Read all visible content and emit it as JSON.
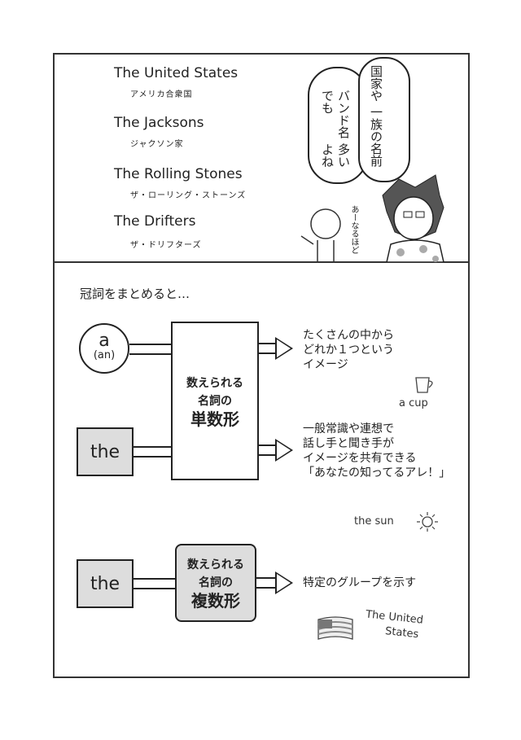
{
  "panel1": {
    "names": [
      {
        "en": "The United States",
        "ja": "アメリカ合衆国"
      },
      {
        "en": "The Jacksons",
        "ja": "ジャクソン家"
      },
      {
        "en": "The Rolling Stones",
        "ja": "ザ・ローリング・ストーンズ"
      },
      {
        "en": "The Drifters",
        "ja": "ザ・ドリフターズ"
      }
    ],
    "bubble_lines": [
      "国家や",
      "一族の名前",
      "バンド名でも",
      "多いよね"
    ],
    "reaction": "あーなるほど"
  },
  "panel2": {
    "heading": "冠詞をまとめると…",
    "a_label": "a",
    "an_label": "(an)",
    "the_label": "the",
    "singular_box": [
      "数えられる",
      "名詞の",
      "単数形"
    ],
    "plural_box": [
      "数えられる",
      "名詞の",
      "複数形"
    ],
    "desc_a": [
      "たくさんの中から",
      "どれか１つという",
      "イメージ"
    ],
    "desc_the": [
      "一般常識や連想で",
      "話し手と聞き手が",
      "イメージを共有できる",
      "「あなたの知ってるアレ！」"
    ],
    "desc_plural": "特定のグループを示す",
    "example_a": "a cup",
    "example_the": "the sun",
    "example_plural": [
      "The United",
      "States"
    ]
  }
}
